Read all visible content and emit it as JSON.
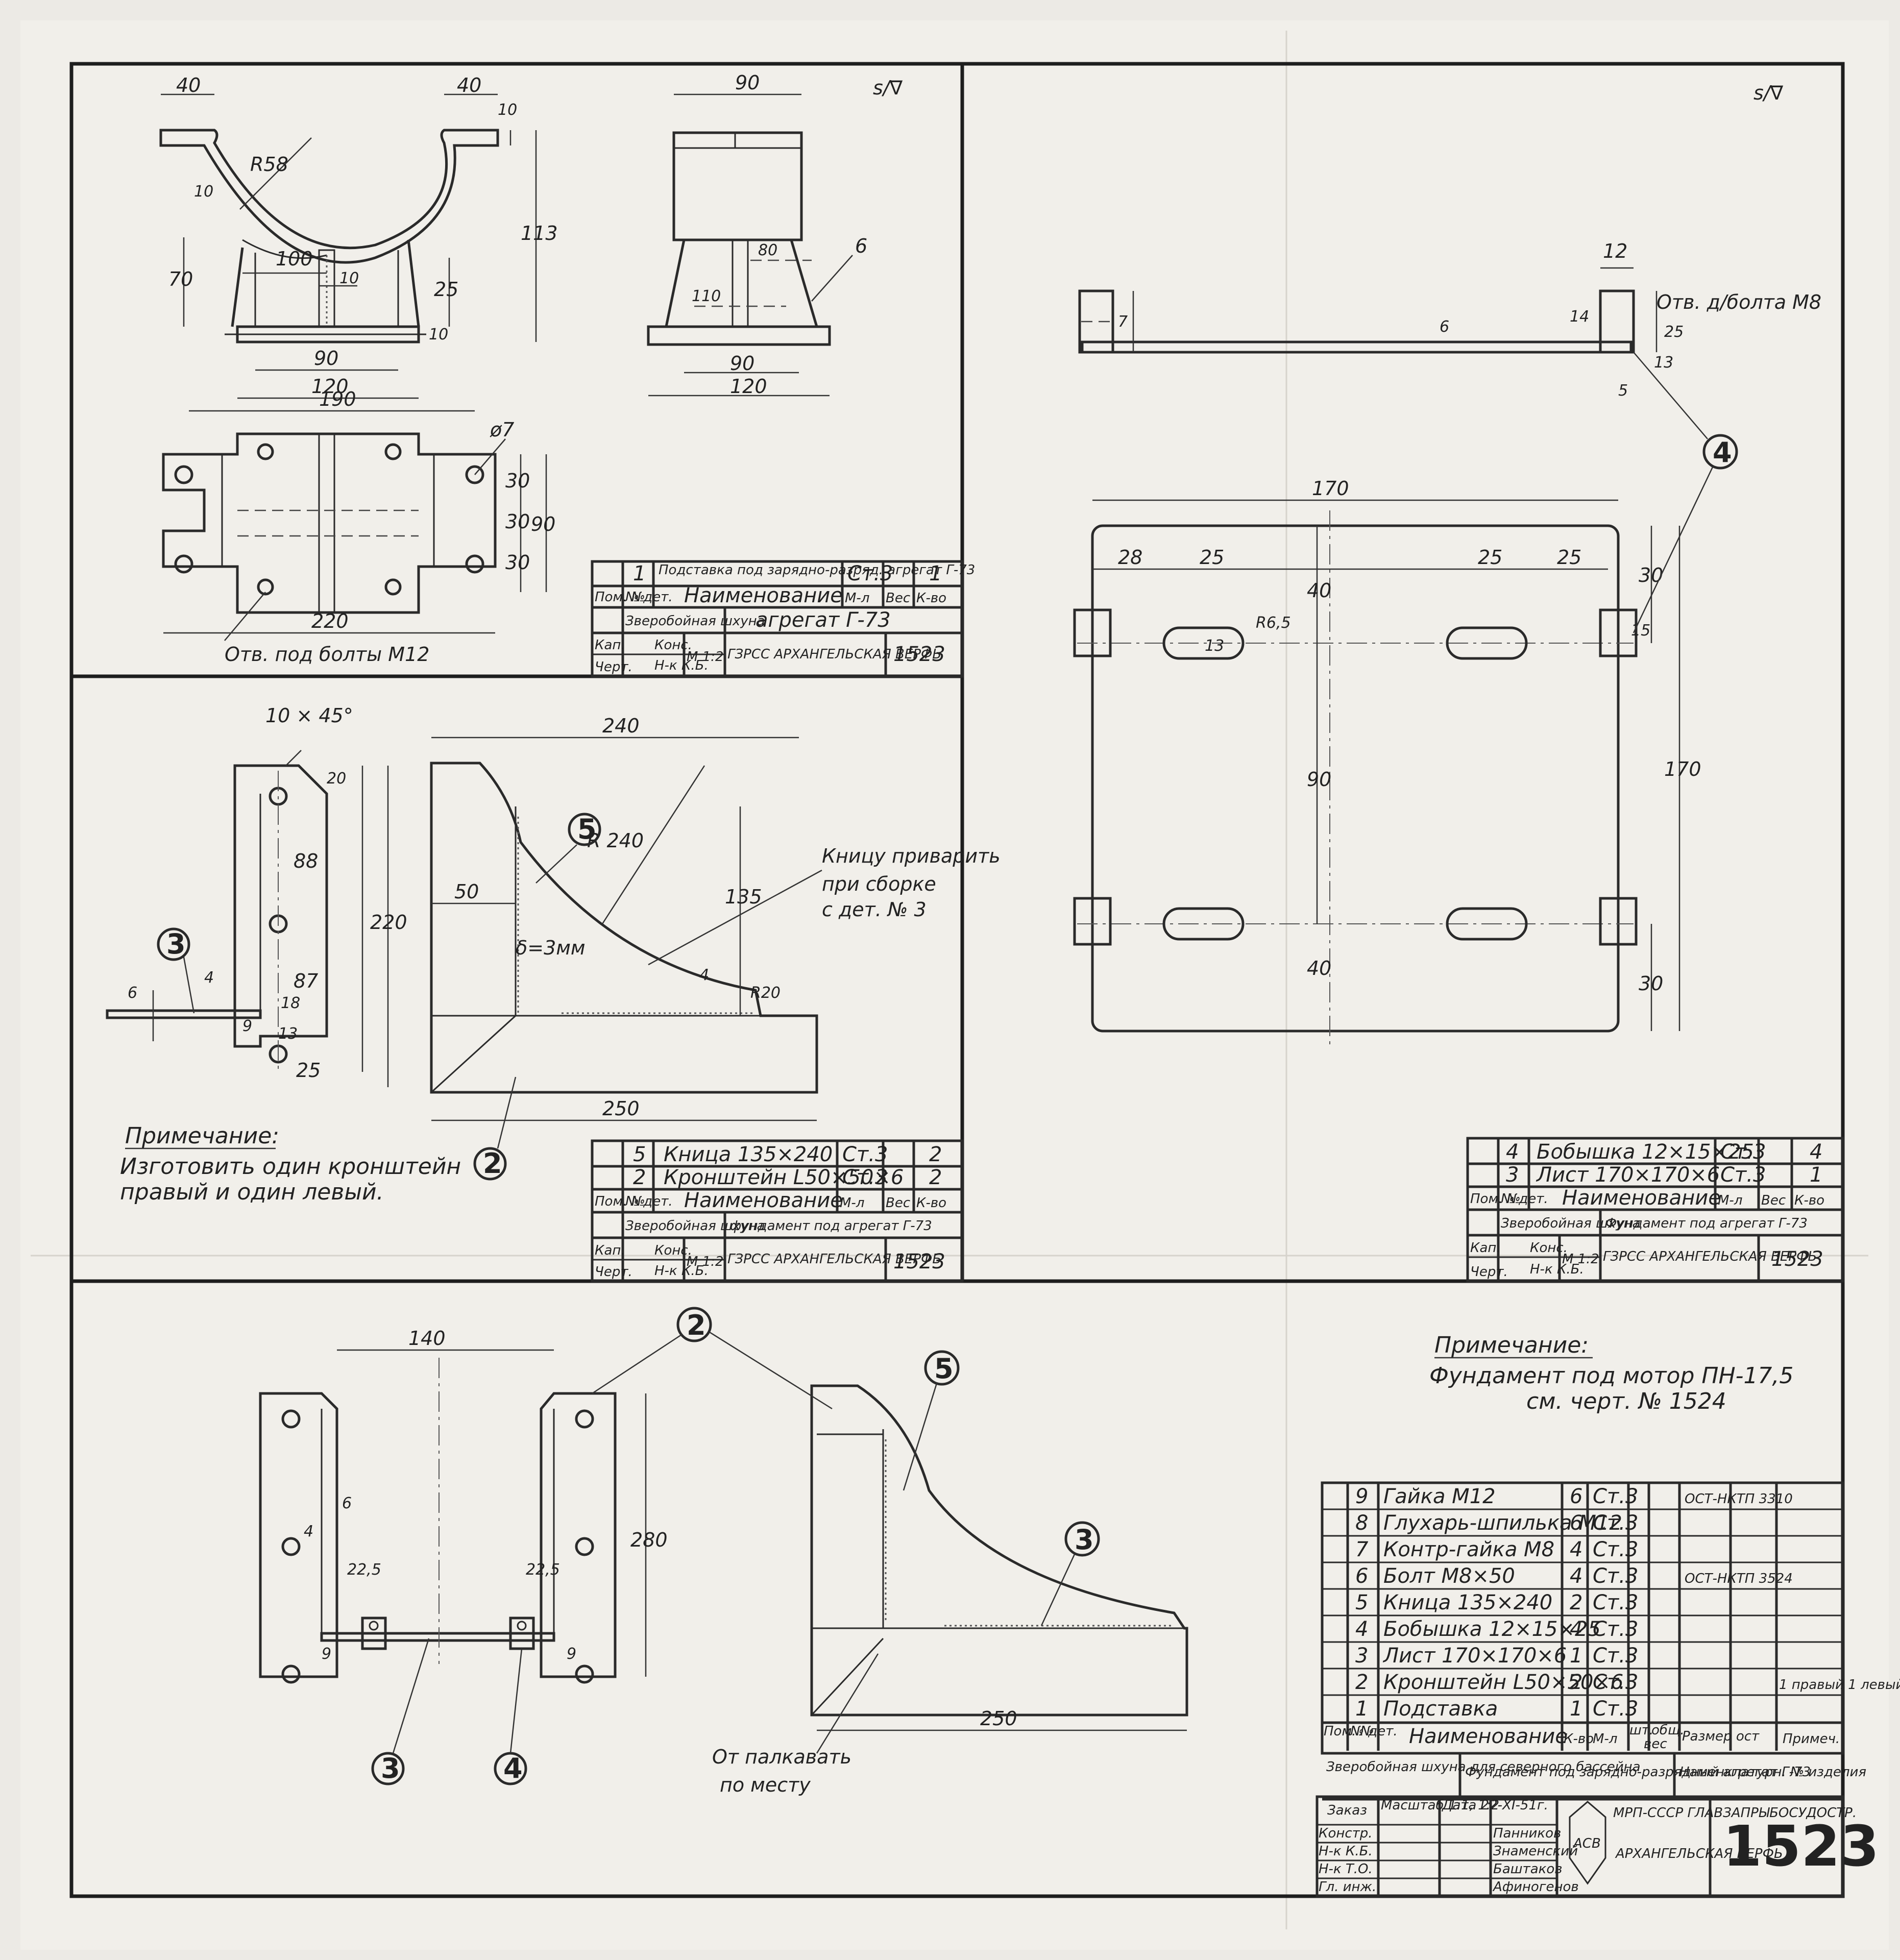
{
  "drawing_number": "1523",
  "roughness_symbol": "s/∇",
  "top_left": {
    "dims": {
      "d40a": "40",
      "d40b": "40",
      "d10": "10",
      "r58": "R58",
      "d10b": "10",
      "d70": "70",
      "d100": "100",
      "d10c": "10",
      "d25": "25",
      "d113": "113",
      "d10d": "10",
      "d90": "90",
      "d120": "120",
      "d190": "190",
      "d220": "220",
      "d30a": "30",
      "d30b": "30",
      "d30c": "30",
      "d90b": "90",
      "phi7": "ø7"
    },
    "side": {
      "d90": "90",
      "d80": "80",
      "d110": "110",
      "d90b": "90",
      "d120": "120",
      "callout": "6"
    },
    "note": "Отв. под болты М12"
  },
  "title_block_1": {
    "row1": {
      "no": "1",
      "name": "Подставка под зарядно-разряд. агрегат Г-73",
      "material": "Ст.3",
      "qty": "1"
    },
    "headers": {
      "pos": "Пом. №",
      "det": "№ дет.",
      "name": "Наименование",
      "mat": "М-л",
      "weight": "Вес",
      "qty": "К-во"
    },
    "vessel": "Зверобойная шхуна",
    "assembly": "агрегат Г-73",
    "roles": {
      "r1": "Кап.",
      "r2": "Черт."
    },
    "check": {
      "c1": "Конс.",
      "c2": "Н-к К.Б."
    },
    "scale": "М 1:2",
    "org": "ГЗРСС АРХАНГЕЛЬСКАЯ ВЕРФЬ",
    "number": "1523"
  },
  "mid_left": {
    "chamfer": "10 × 45°",
    "dims": {
      "d20": "20",
      "d88": "88",
      "d87": "87",
      "d25": "25",
      "d220": "220",
      "d6": "6",
      "d4": "4",
      "d18": "18",
      "d9": "9",
      "d13": "13",
      "d240": "240",
      "r240": "R 240",
      "d50": "50",
      "d135": "135",
      "d250": "250",
      "r20": "R20",
      "d3mm": "δ=3мм",
      "d4b": "4"
    },
    "callouts": {
      "c3": "3",
      "c5": "5",
      "c2": "2"
    },
    "weld_note": [
      "Кницу приварить",
      "при сборке",
      "с дет. № 3"
    ],
    "note_title": "Примечание:",
    "note_text": [
      "Изготовить один кронштейн",
      "правый и один левый."
    ]
  },
  "title_block_2": {
    "rows": [
      {
        "no": "5",
        "name": "Кница 135×240",
        "material": "Ст.3",
        "qty": "2"
      },
      {
        "no": "2",
        "name": "Кронштейн L50×50×6",
        "material": "Ст.3",
        "qty": "2"
      }
    ],
    "headers": {
      "pos": "Пом. №",
      "det": "№ дет.",
      "name": "Наименование",
      "mat": "М-л",
      "weight": "Вес",
      "qty": "К-во"
    },
    "vessel": "Зверобойная шхуна",
    "assembly": "фундамент под агрегат Г-73",
    "roles": {
      "r1": "Кап.",
      "r2": "Черт."
    },
    "check": {
      "c1": "Конс.",
      "c2": "Н-к К.Б."
    },
    "scale": "М 1:2",
    "org": "ГЗРСС АРХАНГЕЛЬСКАЯ ВЕРФЬ",
    "number": "1523"
  },
  "right_top": {
    "dims": {
      "d12": "12",
      "hole": "Отв. д/болта М8",
      "d6": "6",
      "d14": "14",
      "d25": "25",
      "d13": "13",
      "d5": "5",
      "d7": "7",
      "d170": "170",
      "d28": "28",
      "d25a": "25",
      "d25b": "25",
      "d25c": "25",
      "r65": "R6,5",
      "d13b": "13",
      "d40": "40",
      "d90": "90",
      "d40b": "40",
      "d30": "30",
      "d15": "15",
      "d170b": "170",
      "d30b": "30"
    },
    "callout": "4"
  },
  "title_block_3": {
    "rows": [
      {
        "no": "4",
        "name": "Бобышка 12×15×25",
        "material": "Ст.3",
        "qty": "4"
      },
      {
        "no": "3",
        "name": "Лист 170×170×6",
        "material": "Ст.3",
        "qty": "1"
      }
    ],
    "headers": {
      "pos": "Пом. №",
      "det": "№ дет.",
      "name": "Наименование",
      "mat": "М-л",
      "weight": "Вес",
      "qty": "К-во"
    },
    "vessel": "Зверобойная шхуна",
    "assembly": "Фундамент под агрегат Г-73",
    "roles": {
      "r1": "Кап.",
      "r2": "Черт."
    },
    "check": {
      "c1": "Конс.",
      "c2": "Н-к К.Б."
    },
    "scale": "М 1:2",
    "org": "ГЗРСС АРХАНГЕЛЬСКАЯ ВЕРФЬ",
    "number": "1523"
  },
  "bottom_left": {
    "dims": {
      "d140": "140",
      "d280": "280",
      "d6": "6",
      "d4": "4",
      "d225a": "22,5",
      "d225b": "22,5",
      "d9a": "9",
      "d9b": "9",
      "d250": "250"
    },
    "callouts": {
      "c2": "2",
      "c5": "5",
      "c3": "3",
      "c3b": "3",
      "c4": "4"
    },
    "weld_note": [
      "От палкавать",
      "по месту"
    ]
  },
  "main_note": {
    "title": "Примечание:",
    "line1": "Фундамент под мотор ПН-17,5",
    "line2": "см. черт. № 1524"
  },
  "main_bom": {
    "rows": [
      {
        "no": "9",
        "name": "Гайка М12",
        "qty": "6",
        "mat": "Ст.3",
        "std": "ОСТ-НКТП 3310",
        "note": ""
      },
      {
        "no": "8",
        "name": "Глухарь-шпилька М12",
        "qty": "6",
        "mat": "Ст.3",
        "std": "",
        "note": ""
      },
      {
        "no": "7",
        "name": "Контр-гайка М8",
        "qty": "4",
        "mat": "Ст.3",
        "std": "",
        "note": ""
      },
      {
        "no": "6",
        "name": "Болт М8×50",
        "qty": "4",
        "mat": "Ст.3",
        "std": "ОСТ-НКТП 3524",
        "note": ""
      },
      {
        "no": "5",
        "name": "Кница 135×240",
        "qty": "2",
        "mat": "Ст.3",
        "std": "",
        "note": ""
      },
      {
        "no": "4",
        "name": "Бобышка 12×15×25",
        "qty": "4",
        "mat": "Ст.3",
        "std": "",
        "note": ""
      },
      {
        "no": "3",
        "name": "Лист 170×170×6",
        "qty": "1",
        "mat": "Ст.3",
        "std": "",
        "note": ""
      },
      {
        "no": "2",
        "name": "Кронштейн L50×50×6",
        "qty": "2",
        "mat": "Ст.3",
        "std": "",
        "note": "1 правый 1 левый"
      },
      {
        "no": "1",
        "name": "Подставка",
        "qty": "1",
        "mat": "Ст.3",
        "std": "",
        "note": ""
      }
    ],
    "headers": {
      "pos": "Пом. №",
      "det": "№ дет.",
      "name": "Наименование",
      "qty": "К-во",
      "mat": "М-л",
      "w1": "шт.",
      "w2": "общ.",
      "weight": "вес",
      "size": "Размер ост",
      "note": "Примеч."
    },
    "vessel": "Зверобойная шхуна для северного бассейна",
    "title": "Фундамент под зарядно-разрядный агрегат Г-73",
    "nomenclature": "Наменклатурн. № изделия",
    "order": "Заказ",
    "scale": "Масштаб 1:1, 1:2",
    "date": "Дата 22-XI-51г.",
    "roles": [
      "Констр.",
      "Н-к К.Б.",
      "Н-к Т.О.",
      "Гл. инж."
    ],
    "names": [
      "Панников",
      "Знаменский",
      "Баштаков",
      "Афиногенов"
    ],
    "ministry": "МРП-СССР ГЛАВЗАПРЫБОСУДОСТР.",
    "org": "АРХАНГЕЛЬСКАЯ ВЕРФЬ",
    "logo_letters": "АСВ",
    "number": "1523"
  }
}
